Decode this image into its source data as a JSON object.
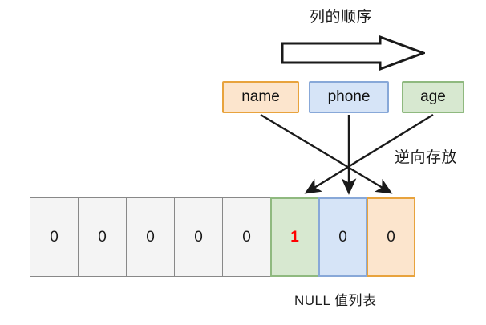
{
  "diagram": {
    "title_top": "列的顺序",
    "label_reverse": "逆向存放",
    "caption_bottom": "NULL 值列表",
    "columns": [
      {
        "label": "name",
        "fill": "#fce5cd",
        "stroke": "#e8a33d"
      },
      {
        "label": "phone",
        "fill": "#d6e4f7",
        "stroke": "#88a8d8"
      },
      {
        "label": "age",
        "fill": "#d7e8d0",
        "stroke": "#8fb97f"
      }
    ],
    "bitmap_cells": [
      {
        "value": "0",
        "variant": "gray"
      },
      {
        "value": "0",
        "variant": "gray"
      },
      {
        "value": "0",
        "variant": "gray"
      },
      {
        "value": "0",
        "variant": "gray"
      },
      {
        "value": "0",
        "variant": "gray"
      },
      {
        "value": "1",
        "variant": "green"
      },
      {
        "value": "0",
        "variant": "blue"
      },
      {
        "value": "0",
        "variant": "orange"
      }
    ],
    "mappings": [
      {
        "from": "name",
        "to": "orange-cell"
      },
      {
        "from": "phone",
        "to": "blue-cell"
      },
      {
        "from": "age",
        "to": "green-cell"
      }
    ],
    "colors": {
      "orange_fill": "#fce5cd",
      "orange_stroke": "#e8a33d",
      "blue_fill": "#d6e4f7",
      "blue_stroke": "#88a8d8",
      "green_fill": "#d7e8d0",
      "green_stroke": "#8fb97f",
      "gray_fill": "#f4f4f4",
      "gray_stroke": "#888888",
      "highlight_text": "#ff0000",
      "text": "#1a1a1a"
    }
  }
}
